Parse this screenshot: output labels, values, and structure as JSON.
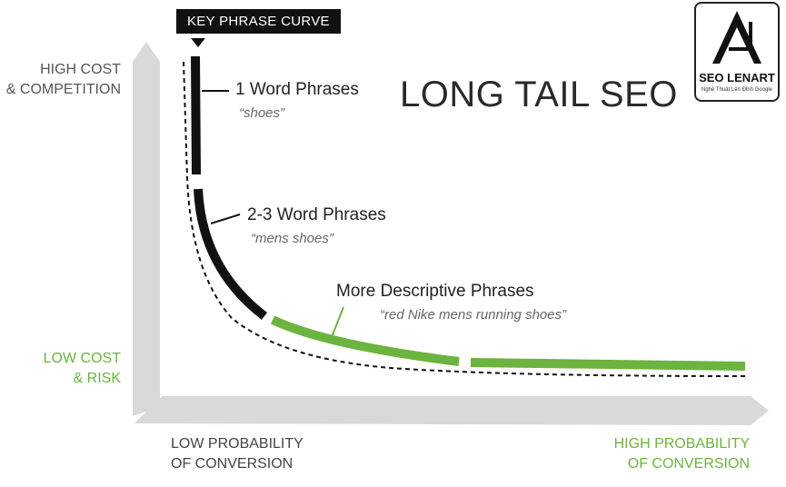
{
  "diagram": {
    "title": "LONG TAIL SEO",
    "curve_label": "KEY PHRASE CURVE",
    "y_axis": {
      "top_label_line1": "HIGH COST",
      "top_label_line2": "& COMPETITION",
      "bottom_label_line1": "LOW COST",
      "bottom_label_line2": "& RISK"
    },
    "x_axis": {
      "left_label_line1": "LOW PROBABILITY",
      "left_label_line2": "OF CONVERSION",
      "right_label_line1": "HIGH PROBABILITY",
      "right_label_line2": "OF CONVERSION"
    },
    "segments": [
      {
        "label": "1 Word Phrases",
        "example": "“shoes”"
      },
      {
        "label": "2-3 Word Phrases",
        "example": "“mens shoes”"
      },
      {
        "label": "More Descriptive Phrases",
        "example": "“red Nike mens running shoes”"
      }
    ],
    "colors": {
      "head": "#111111",
      "tail": "#6cb33f",
      "axis": "#d9d9d9"
    }
  },
  "logo": {
    "name": "SEO LENART",
    "tagline": "Nghệ Thuật Lên Đỉnh Google"
  }
}
